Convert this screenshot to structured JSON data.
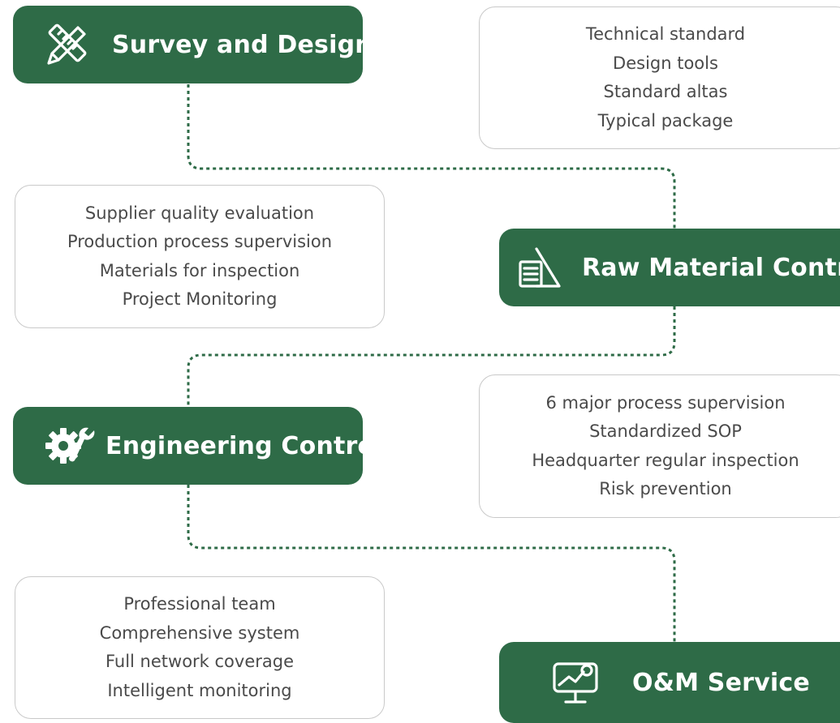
{
  "stages": {
    "survey": {
      "label": "Survey and Design",
      "icon": "ruler-pencil-icon"
    },
    "raw_material": {
      "label": "Raw Material Control",
      "icon": "document-triangle-icon"
    },
    "engineering": {
      "label": "Engineering Control",
      "icon": "gear-wrench-icon"
    },
    "om_service": {
      "label": "O&M Service",
      "icon": "monitor-chart-icon"
    }
  },
  "cards": {
    "survey_details": [
      "Technical standard",
      "Design tools",
      "Standard altas",
      "Typical package"
    ],
    "raw_material_details": [
      "Supplier quality evaluation",
      "Production process supervision",
      "Materials for inspection",
      "Project Monitoring"
    ],
    "engineering_details": [
      "6 major process supervision",
      "Standardized SOP",
      "Headquarter regular inspection",
      "Risk prevention"
    ],
    "om_details": [
      "Professional team",
      "Comprehensive system",
      "Full network coverage",
      "Intelligent monitoring"
    ]
  },
  "colors": {
    "stage_fill": "#2e6b47",
    "card_border": "#c9c9c9",
    "card_text": "#4a4a4a",
    "connector": "#2e6b47"
  }
}
